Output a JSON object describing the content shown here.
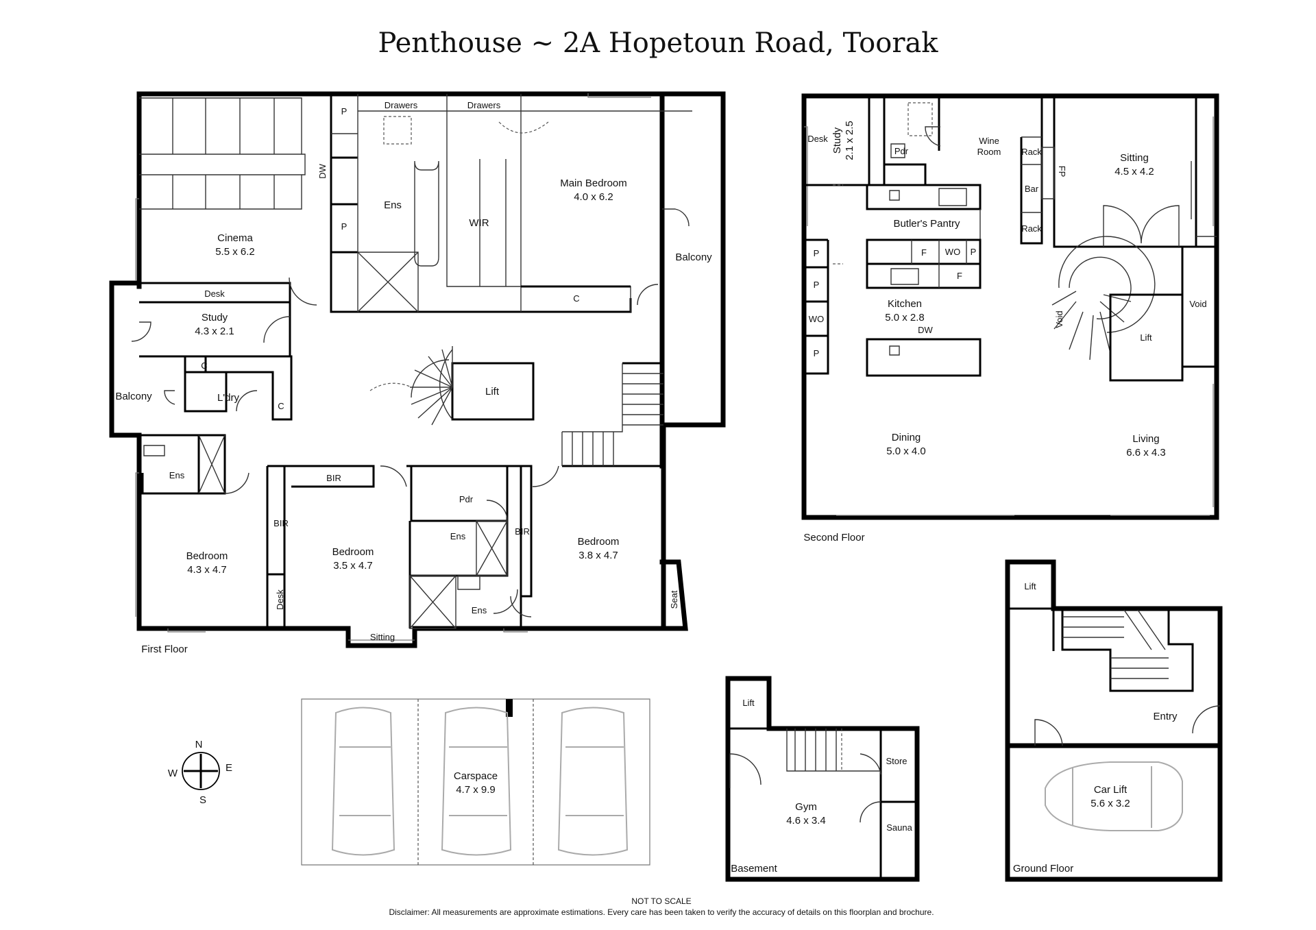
{
  "title": "Penthouse ~ 2A Hopetoun Road, Toorak",
  "floors": {
    "first": "First Floor",
    "second": "Second Floor",
    "basement": "Basement",
    "ground": "Ground Floor"
  },
  "first_floor": {
    "cinema": "Cinema",
    "cinema_dim": "5.5 x 6.2",
    "p1": "P",
    "p2": "P",
    "dw": "DW",
    "drawers1": "Drawers",
    "drawers2": "Drawers",
    "ens_main": "Ens",
    "wir": "WIR",
    "main_bedroom": "Main Bedroom",
    "main_bedroom_dim": "4.0 x 6.2",
    "c_main": "C",
    "balcony_east": "Balcony",
    "desk": "Desk",
    "study": "Study",
    "study_dim": "4.3 x 2.1",
    "c1": "C",
    "c2": "C",
    "laundry": "L'dry",
    "balcony_west": "Balcony",
    "lift": "Lift",
    "ens_w": "Ens",
    "bir1": "BIR",
    "bir2": "BIR",
    "bir3": "BIR",
    "pdr": "Pdr",
    "ens_mid": "Ens",
    "ens_low": "Ens",
    "bed1": "Bedroom",
    "bed1_dim": "4.3 x 4.7",
    "bed2": "Bedroom",
    "bed2_dim": "3.5 x 4.7",
    "bed3": "Bedroom",
    "bed3_dim": "3.8 x 4.7",
    "desk2": "Desk",
    "sitting": "Sitting",
    "seat": "Seat"
  },
  "second_floor": {
    "desk": "Desk",
    "study": "Study",
    "study_dim": "2.1 x 2.5",
    "pdr": "Pdr",
    "wine": "Wine",
    "room": "Room",
    "rack1": "Rack",
    "bar": "Bar",
    "rack2": "Rack",
    "fp": "FP",
    "sitting": "Sitting",
    "sitting_dim": "4.5 x 4.2",
    "butlers": "Butler's Pantry",
    "p1": "P",
    "p2": "P",
    "p3": "P",
    "p4": "P",
    "wo1": "WO",
    "wo2": "WO",
    "f1": "F",
    "f2": "F",
    "dw": "DW",
    "kitchen": "Kitchen",
    "kitchen_dim": "5.0 x 2.8",
    "void1": "Void",
    "void2": "Void",
    "lift": "Lift",
    "dining": "Dining",
    "dining_dim": "5.0 x 4.0",
    "living": "Living",
    "living_dim": "6.6 x 4.3"
  },
  "basement": {
    "lift": "Lift",
    "store": "Store",
    "gym": "Gym",
    "gym_dim": "4.6 x 3.4",
    "sauna": "Sauna"
  },
  "ground_floor": {
    "lift": "Lift",
    "entry": "Entry",
    "car_lift": "Car Lift",
    "car_lift_dim": "5.6 x 3.2"
  },
  "carspace": {
    "label": "Carspace",
    "dim": "4.7 x 9.9"
  },
  "compass": {
    "n": "N",
    "s": "S",
    "e": "E",
    "w": "W"
  },
  "footer": {
    "not_to_scale": "NOT TO SCALE",
    "disclaimer": "Disclaimer: All measurements are approximate estimations. Every care has been taken to verify the accuracy of details on this floorplan and brochure."
  }
}
